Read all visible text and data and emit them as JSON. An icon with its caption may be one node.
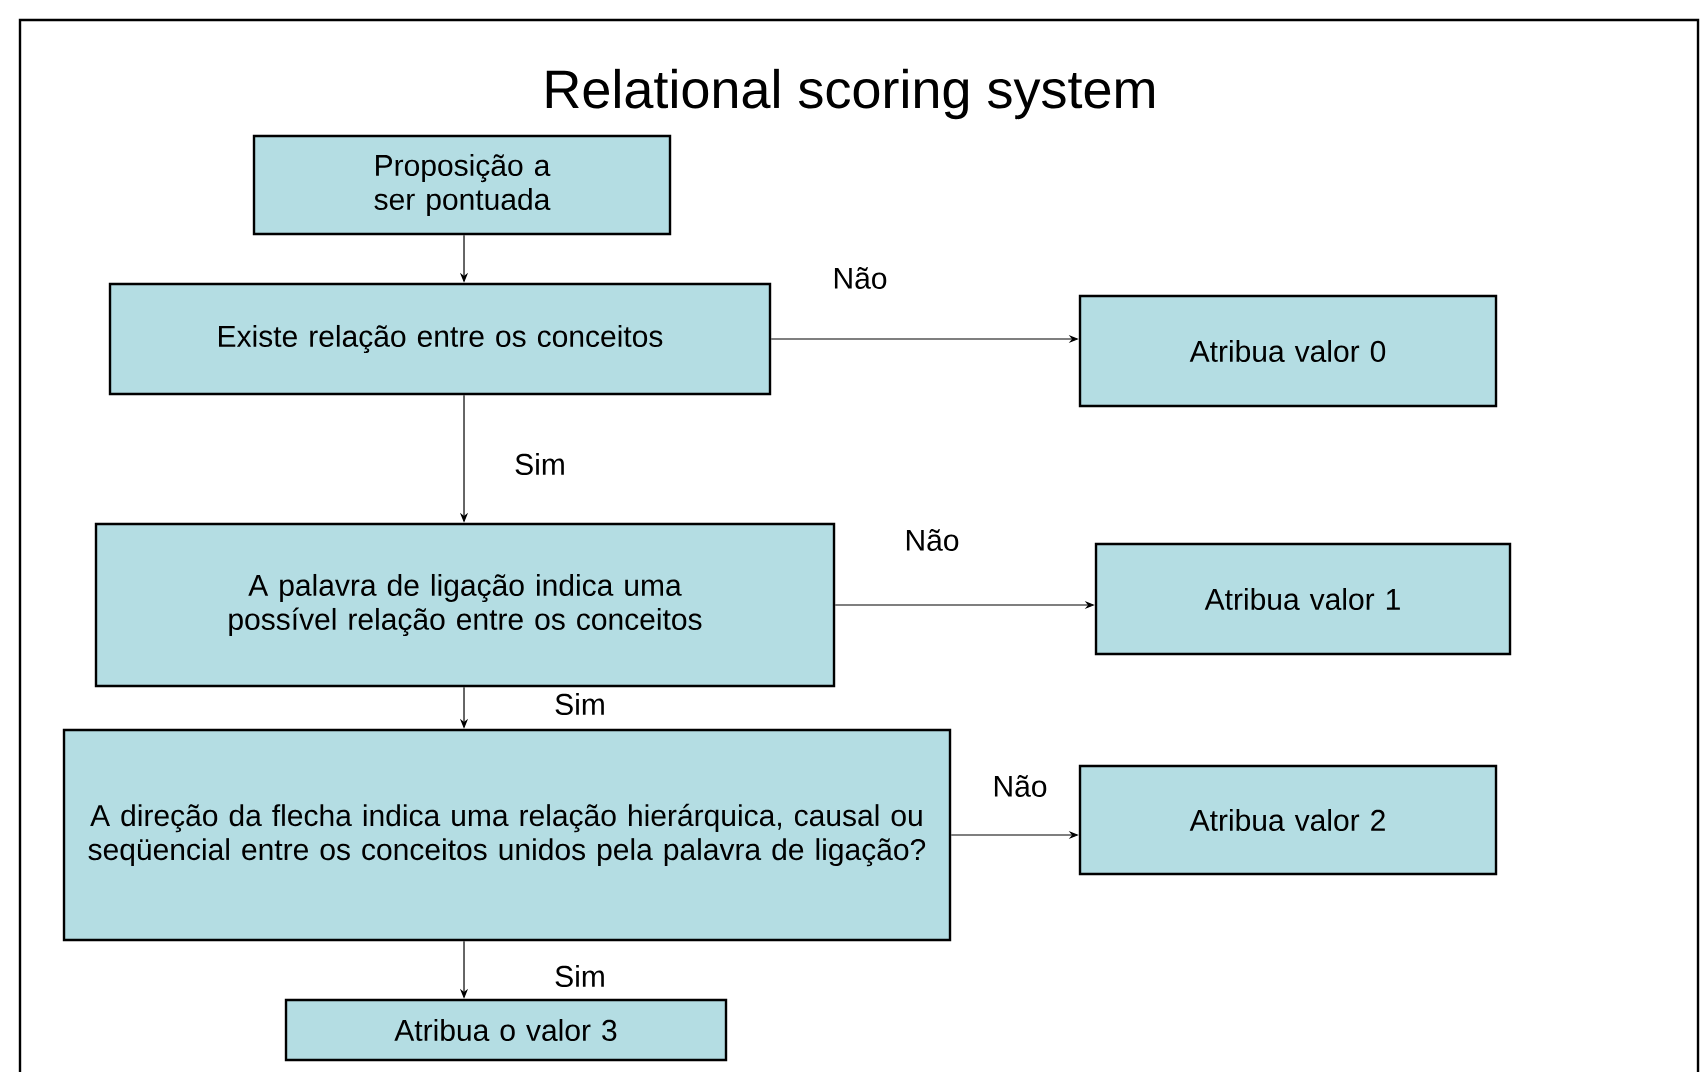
{
  "diagram": {
    "title": "Relational scoring system",
    "nodes": [
      {
        "text": [
          "Proposição a ser pontuada"
        ]
      },
      {
        "text": [
          "Existe relação entre os conceitos"
        ]
      },
      {
        "text": [
          "Atribua valor 0"
        ]
      },
      {
        "text": [
          "A palavra de ligação indica uma possível relação entre os conceitos"
        ]
      },
      {
        "text": [
          "Atribua valor 1"
        ]
      },
      {
        "text": [
          "A direção da flecha indica uma relação hierárquica, causal ou seqüencial entre os conceitos unidos pela palavra de ligação?"
        ]
      },
      {
        "text": [
          "Atribua valor 2"
        ]
      },
      {
        "text": [
          "Atribua o valor 3"
        ]
      }
    ],
    "edges": [
      {
        "from": 0,
        "to": 1,
        "arrow": "to"
      },
      {
        "from": 1,
        "to": 2,
        "arrow": "to",
        "label": "Não"
      },
      {
        "from": 1,
        "to": 3,
        "arrow": "to",
        "label": "Sim"
      },
      {
        "from": 3,
        "to": 4,
        "arrow": "to",
        "label": "Não"
      },
      {
        "from": 3,
        "to": 5,
        "arrow": "to",
        "label": "Sim"
      },
      {
        "from": 5,
        "to": 6,
        "arrow": "to",
        "label": "Não"
      },
      {
        "from": 5,
        "to": 7,
        "arrow": "to",
        "label": "Sim"
      }
    ]
  }
}
